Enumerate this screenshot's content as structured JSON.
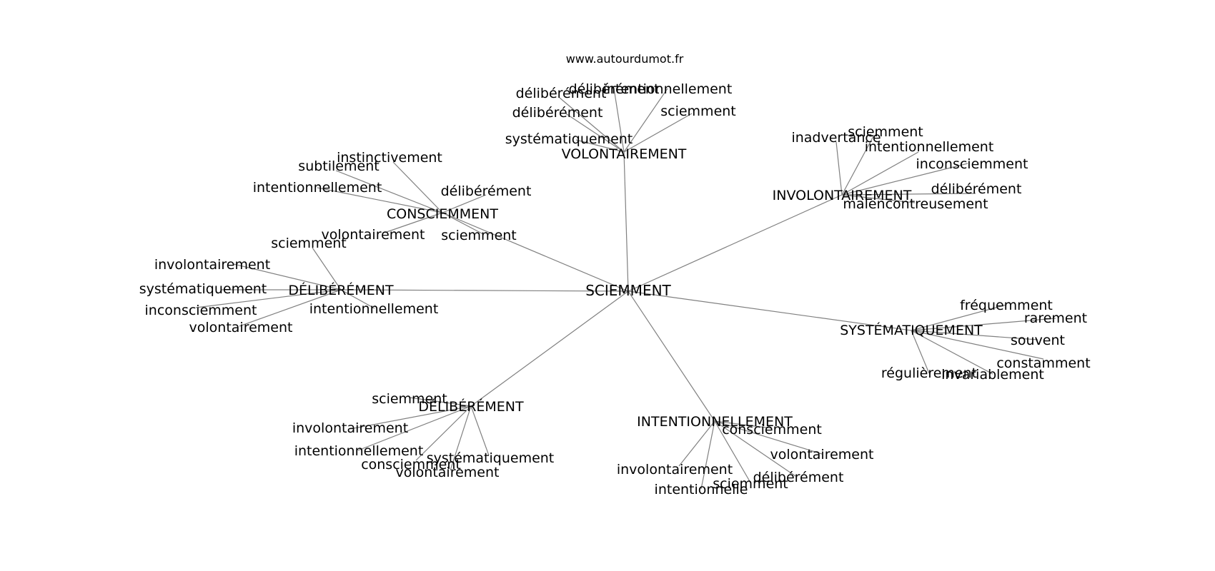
{
  "source_label": "www.autourdumot.fr",
  "graph": {
    "root": "SCIEMMENT",
    "clusters": [
      {
        "id": "volontairement",
        "label": "VOLONTAIREMENT",
        "leaves": [
          "délibérément",
          "délibérément",
          "intentionnellement",
          "sciemment",
          "délibérément",
          "systématiquement"
        ]
      },
      {
        "id": "involontairement",
        "label": "INVOLONTAIREMENT",
        "leaves": [
          "inadvertance",
          "sciemment",
          "intentionnellement",
          "inconsciemment",
          "délibérément",
          "malencontreusement"
        ]
      },
      {
        "id": "consciemment",
        "label": "CONSCIEMMENT",
        "leaves": [
          "instinctivement",
          "subtilement",
          "intentionnellement",
          "délibérément",
          "volontairement",
          "sciemment"
        ]
      },
      {
        "id": "deliberement-w",
        "label": "DÉLIBÉRÉMENT",
        "leaves": [
          "sciemment",
          "involontairement",
          "systématiquement",
          "inconsciemment",
          "volontairement",
          "intentionnellement"
        ]
      },
      {
        "id": "systematiquement",
        "label": "SYSTÉMATIQUEMENT",
        "leaves": [
          "fréquemment",
          "rarement",
          "souvent",
          "constamment",
          "régulièrement",
          "invariablement"
        ]
      },
      {
        "id": "deliberement-s",
        "label": "DÉLIBÉRÉMENT",
        "leaves": [
          "sciemment",
          "involontairement",
          "intentionnellement",
          "consciemment",
          "systématiquement",
          "volontairement"
        ]
      },
      {
        "id": "intentionnellement",
        "label": "INTENTIONNELLEMENT",
        "leaves": [
          "consciemment",
          "volontairement",
          "délibérément",
          "sciemment",
          "intentionnelle",
          "involontairement"
        ]
      }
    ]
  }
}
